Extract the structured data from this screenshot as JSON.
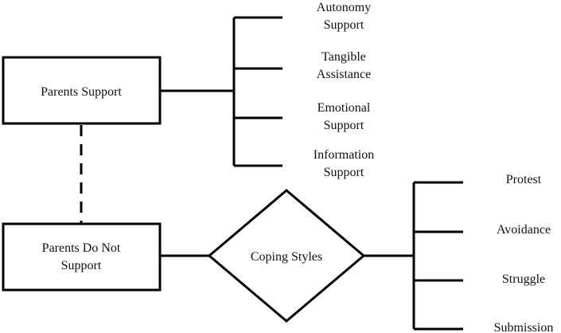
{
  "parents_support": "Parents Support",
  "parents_do_not_support": [
    "Parents Do Not",
    "Support"
  ],
  "coping_styles": "Coping Styles",
  "support_types": [
    [
      "Autonomy",
      "Support"
    ],
    [
      "Tangible",
      "Assistance"
    ],
    [
      "Emotional",
      "Support"
    ],
    [
      "Information",
      "Support"
    ]
  ],
  "coping_types": [
    "Protest",
    "Avoidance",
    "Struggle",
    "Submission"
  ]
}
